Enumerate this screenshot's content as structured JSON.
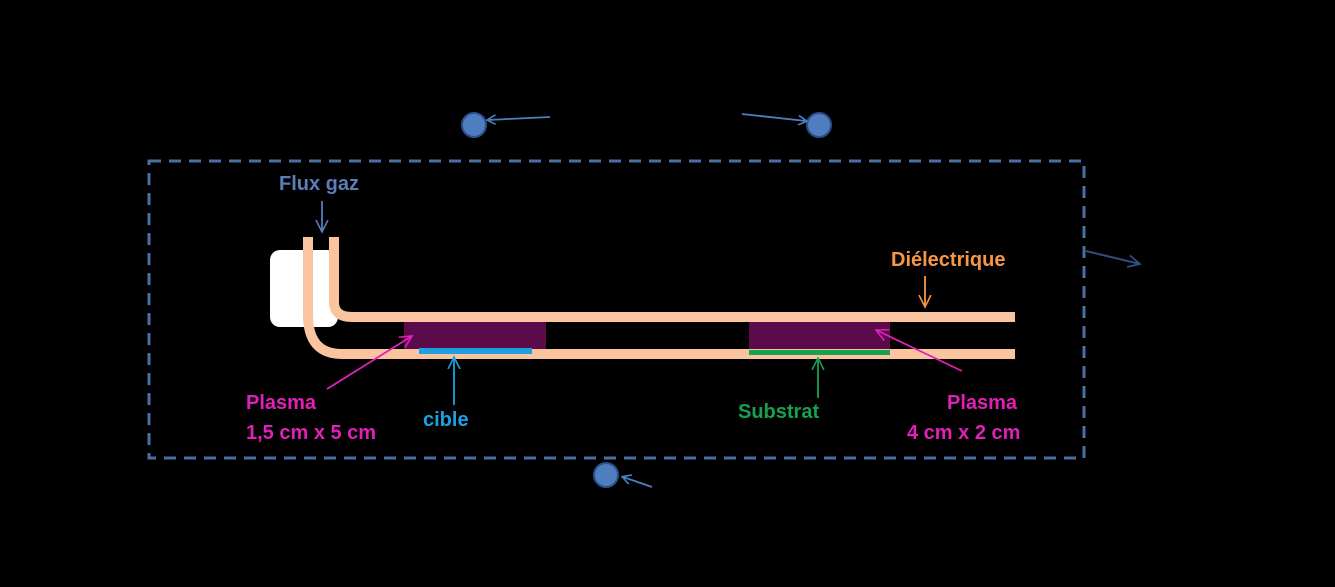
{
  "labels": {
    "flux_gaz": "Flux gaz",
    "dielectrique": "Diélectrique",
    "plasma_left_line1": "Plasma",
    "plasma_left_line2": "1,5 cm x 5 cm",
    "cible": "cible",
    "substrat": "Substrat",
    "plasma_right_line1": "Plasma",
    "plasma_right_line2": "4 cm x 2 cm"
  },
  "colors": {
    "background": "#000000",
    "frame": "#4a6fa5",
    "tube": "#f9c49e",
    "plasma": "#5c0b4a",
    "flux_label": "#5b7db8",
    "dielectric_label": "#f79646",
    "plasma_label": "#e020b8",
    "cible": "#1ea0e0",
    "substrat": "#18a050",
    "marker": "#4f7ec0",
    "marker_stroke": "#2c4f88"
  }
}
